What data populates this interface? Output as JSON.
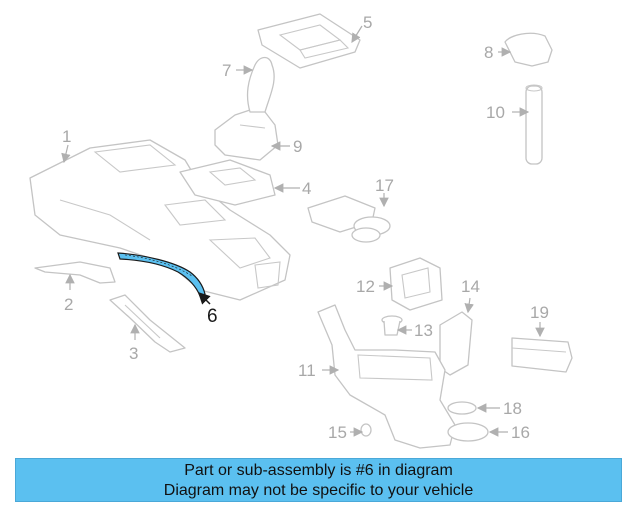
{
  "diagram": {
    "highlight_color": "#5bc0f0",
    "callouts": [
      {
        "id": "c1",
        "number": "1"
      },
      {
        "id": "c2",
        "number": "2"
      },
      {
        "id": "c3",
        "number": "3"
      },
      {
        "id": "c4",
        "number": "4"
      },
      {
        "id": "c5",
        "number": "5"
      },
      {
        "id": "c6",
        "number": "6",
        "highlighted": true
      },
      {
        "id": "c7",
        "number": "7"
      },
      {
        "id": "c8",
        "number": "8"
      },
      {
        "id": "c9",
        "number": "9"
      },
      {
        "id": "c10",
        "number": "10"
      },
      {
        "id": "c11",
        "number": "11"
      },
      {
        "id": "c12",
        "number": "12"
      },
      {
        "id": "c13",
        "number": "13"
      },
      {
        "id": "c14",
        "number": "14"
      },
      {
        "id": "c15",
        "number": "15"
      },
      {
        "id": "c16",
        "number": "16"
      },
      {
        "id": "c17",
        "number": "17"
      },
      {
        "id": "c18",
        "number": "18"
      },
      {
        "id": "c19",
        "number": "19"
      }
    ]
  },
  "banner": {
    "line1": "Part or sub-assembly is #6 in diagram",
    "line2": "Diagram may not be specific to your vehicle"
  }
}
